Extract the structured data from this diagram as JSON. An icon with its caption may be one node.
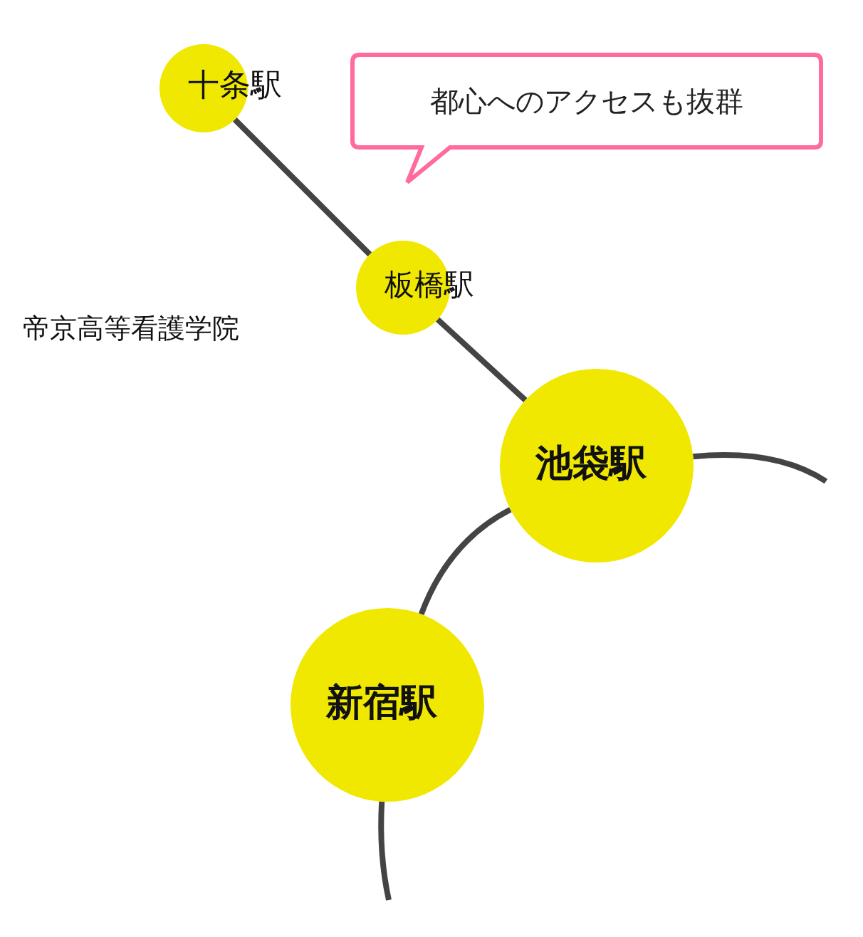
{
  "diagram": {
    "nodes": [
      {
        "text": [
          "十条駅"
        ]
      },
      {
        "text": [
          "板橋駅"
        ]
      },
      {
        "text": [
          "池袋駅"
        ]
      },
      {
        "text": [
          "新宿駅"
        ]
      },
      {
        "text": [
          "都心へのアクセスも抜群"
        ]
      }
    ],
    "edges": [
      {
        "from": 0,
        "to": 1,
        "arrow": "none"
      },
      {
        "from": 1,
        "to": 2,
        "arrow": "none"
      },
      {
        "from": 2,
        "to": 3,
        "arrow": "none"
      },
      {
        "from": 2,
        "to": null,
        "arrow": "none"
      },
      {
        "from": 3,
        "to": null,
        "arrow": "none"
      }
    ],
    "labels": [
      "帝京高等看護学院"
    ]
  }
}
